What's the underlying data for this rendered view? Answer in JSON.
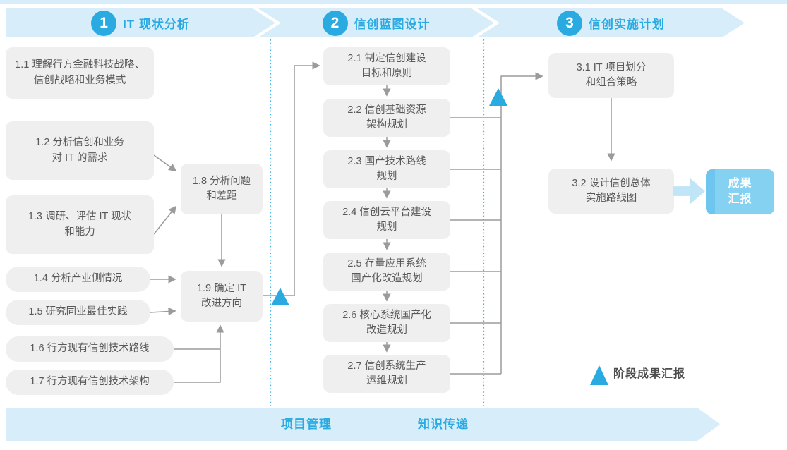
{
  "colors": {
    "accent_blue": "#29abe2",
    "band_fill": "#d7edfa",
    "step_box_fill": "#efefef",
    "step_text": "#595959",
    "connector_gray": "#9b9b9b",
    "result_box_fill": "#7ecdf1",
    "block_arrow_fill": "#bfe5f7"
  },
  "phases": [
    {
      "number": "1",
      "title": "IT 现状分析"
    },
    {
      "number": "2",
      "title": "信创蓝图设计"
    },
    {
      "number": "3",
      "title": "信创实施计划"
    }
  ],
  "steps": {
    "s11": "1.1 理解行方金融科技战略、\n信创战略和业务模式",
    "s12": "1.2 分析信创和业务\n对 IT 的需求",
    "s13": "1.3 调研、评估 IT 现状\n和能力",
    "s14": "1.4 分析产业侧情况",
    "s15": "1.5 研究同业最佳实践",
    "s16": "1.6 行方现有信创技术路线",
    "s17": "1.7 行方现有信创技术架构",
    "s18": "1.8 分析问题\n和差距",
    "s19": "1.9 确定 IT\n改进方向",
    "s21": "2.1 制定信创建设\n目标和原则",
    "s22": "2.2 信创基础资源\n架构规划",
    "s23": "2.3 国产技术路线\n规划",
    "s24": "2.4 信创云平台建设\n规划",
    "s25": "2.5 存量应用系统\n国产化改造规划",
    "s26": "2.6 核心系统国产化\n改造规划",
    "s27": "2.7 信创系统生产\n运维规划",
    "s31": "3.1 IT 项目划分\n和组合策略",
    "s32": "3.2 设计信创总体\n实施路线图"
  },
  "result_label": "成果\n汇报",
  "legend": {
    "label": "阶段成果汇报"
  },
  "footer": {
    "left_label": "项目管理",
    "right_label": "知识传递"
  }
}
